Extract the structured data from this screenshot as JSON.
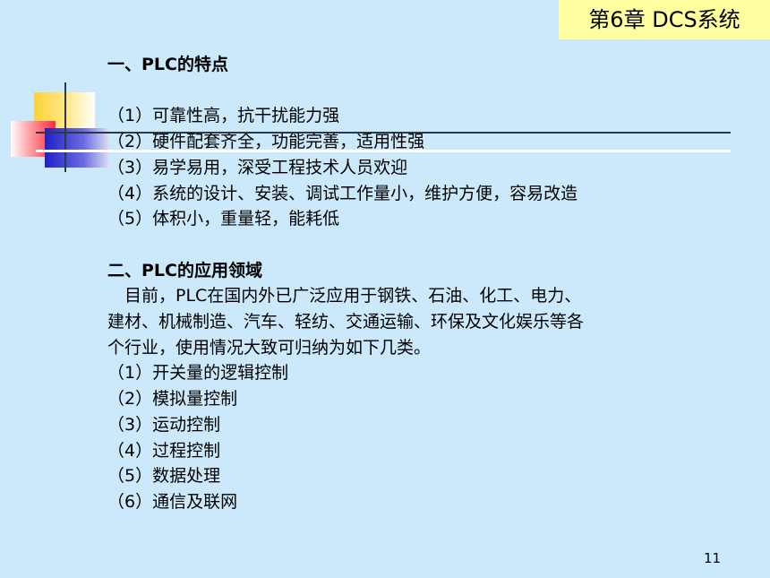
{
  "chapter_tag": "第6章 DCS系统",
  "section1": {
    "heading": "一、PLC的特点",
    "items": [
      "（1）可靠性高，抗干扰能力强",
      "（2）硬件配套齐全，功能完善，适用性强",
      "（3）易学易用，深受工程技术人员欢迎",
      "（4）系统的设计、安装、调试工作量小，维护方便，容易改造",
      "（5）体积小，重量轻，能耗低"
    ]
  },
  "section2": {
    "heading": "二、PLC的应用领域",
    "paragraph_lines": [
      "　目前，PLC在国内外已广泛应用于钢铁、石油、化工、电力、",
      "建材、机械制造、汽车、轻纺、交通运输、环保及文化娱乐等各",
      "个行业，使用情况大致可归纳为如下几类。"
    ],
    "items": [
      "（1）开关量的逻辑控制",
      "（2）模拟量控制",
      "（3）运动控制",
      "（4）过程控制",
      "（5）数据处理",
      "（6）通信及联网"
    ]
  },
  "page_number": "11"
}
